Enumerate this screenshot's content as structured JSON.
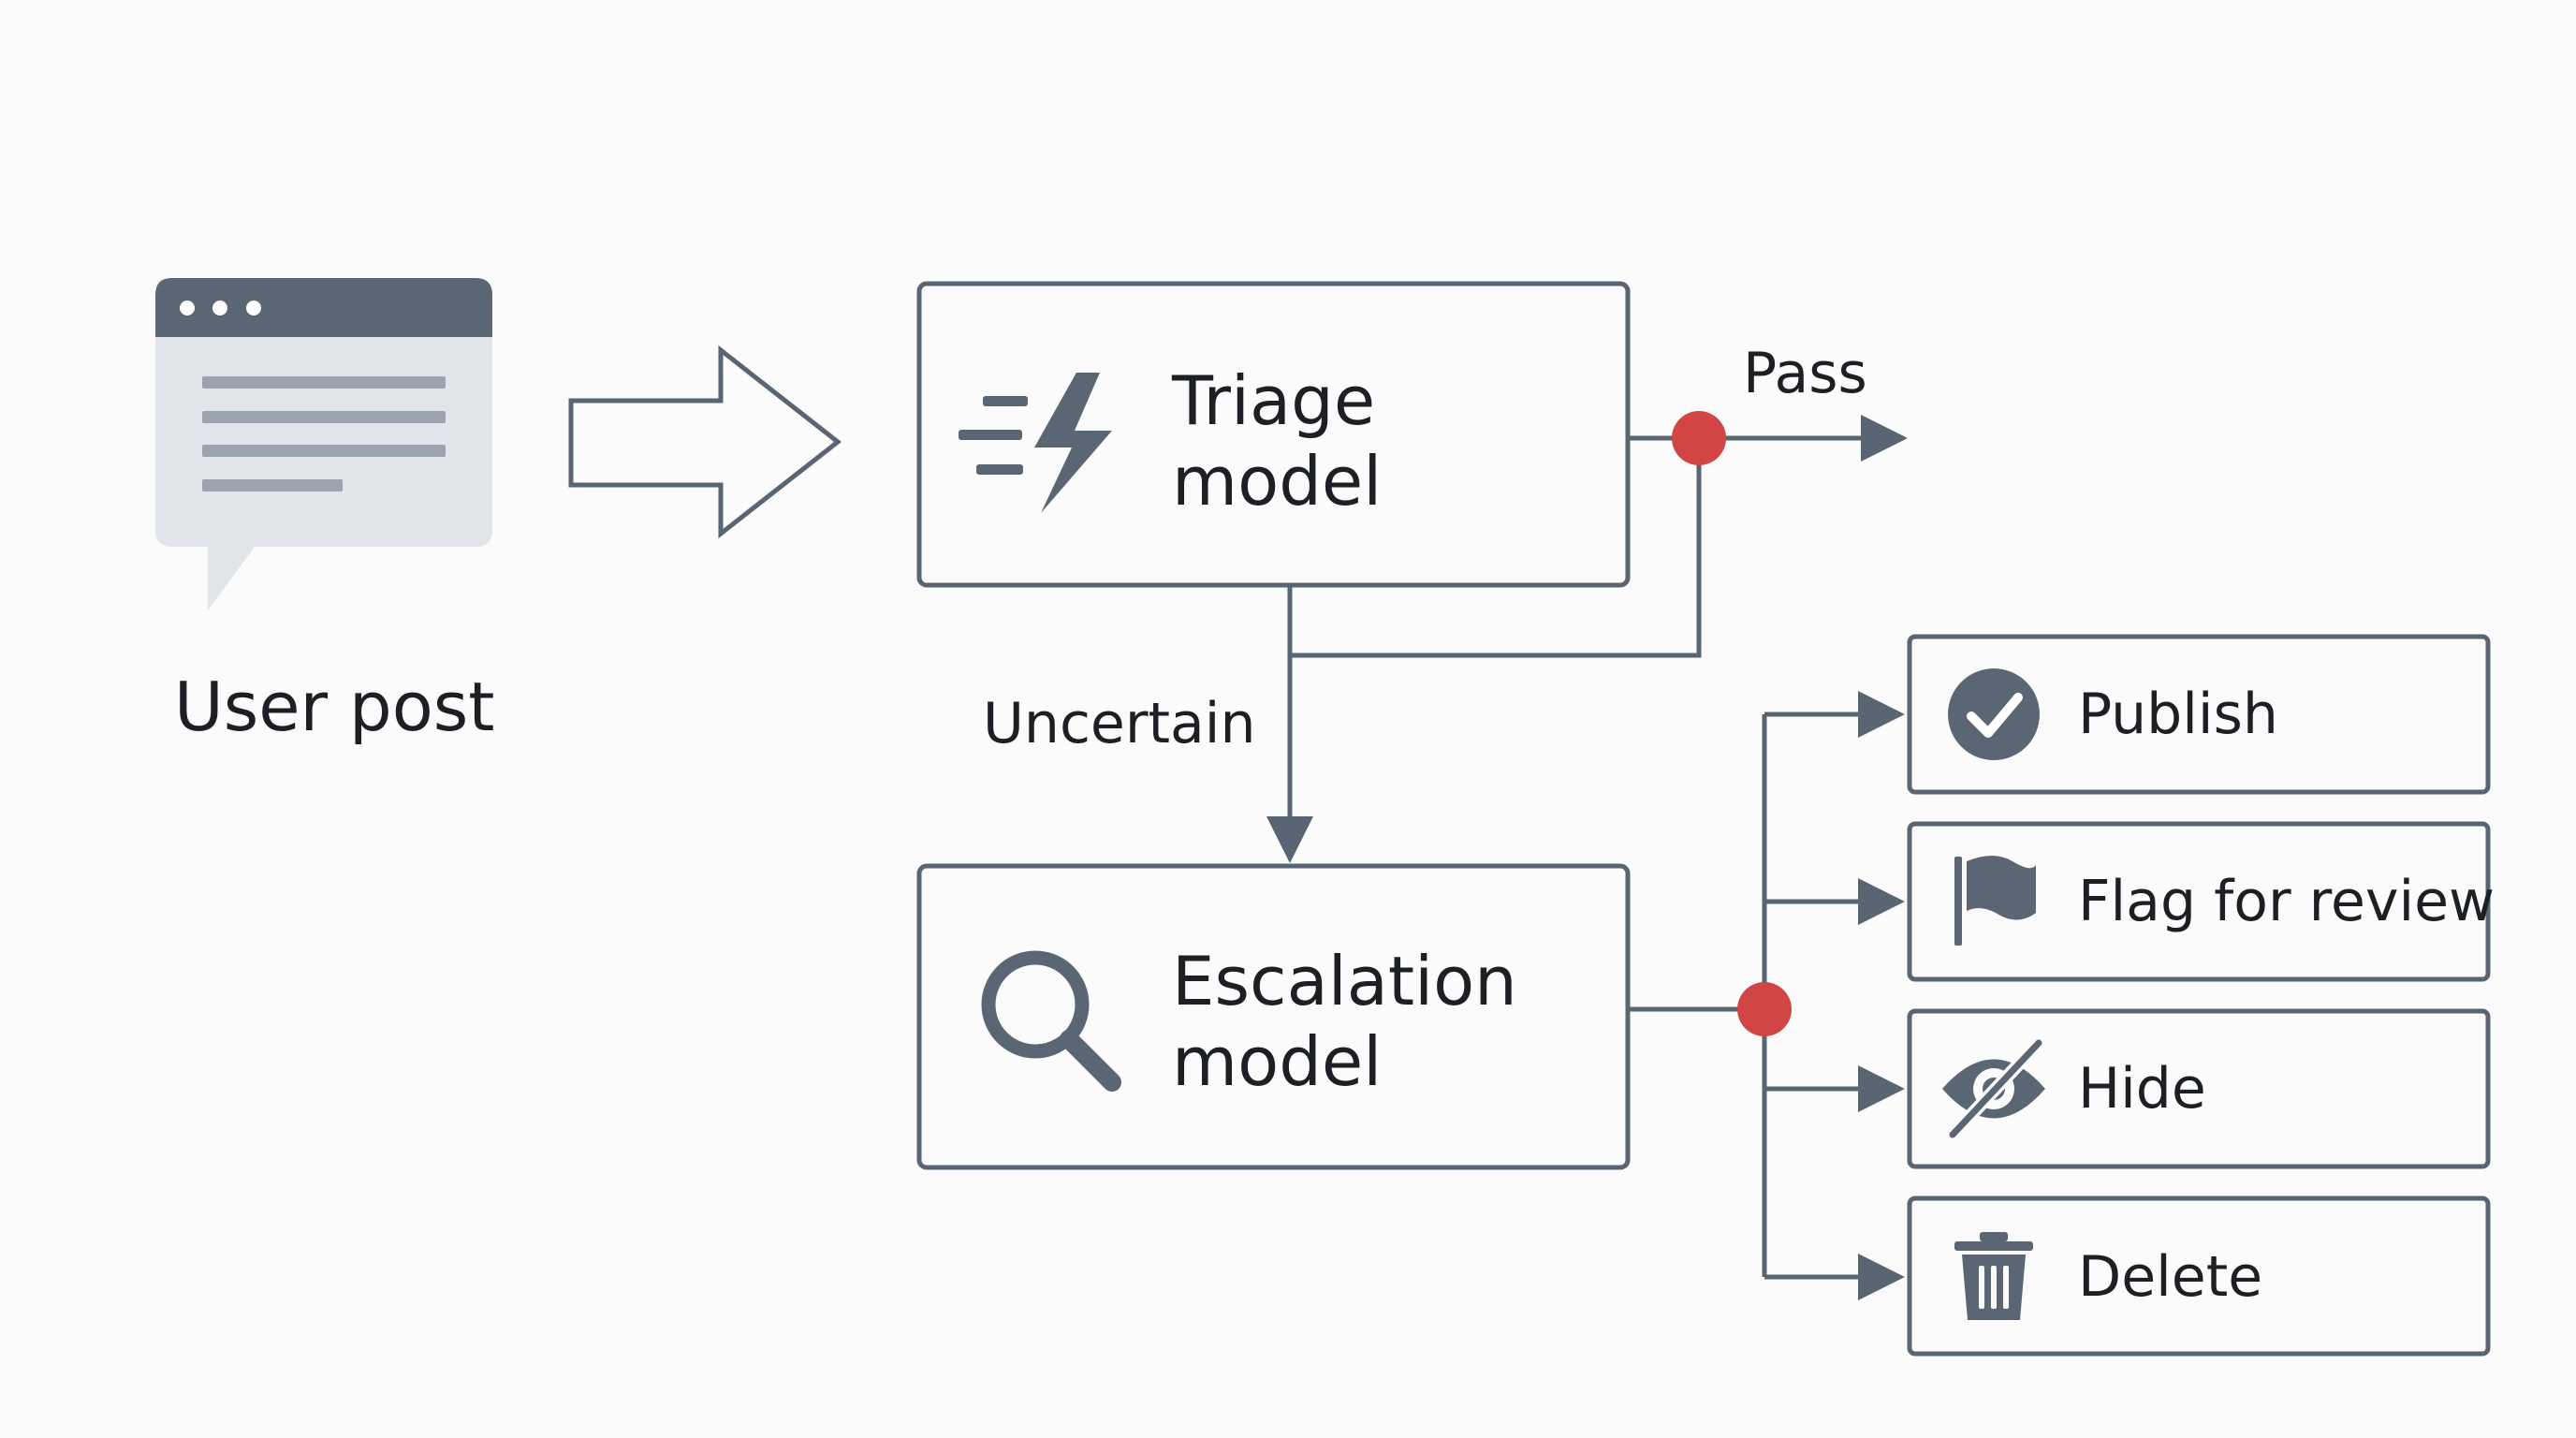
{
  "input": {
    "label": "User post"
  },
  "models": {
    "triage": {
      "line1": "Triage",
      "line2": "model",
      "icon": "lightning-fast-icon"
    },
    "escalation": {
      "line1": "Escalation",
      "line2": "model",
      "icon": "magnifier-icon"
    }
  },
  "edges": {
    "pass": "Pass",
    "uncertain": "Uncertain"
  },
  "outcomes": [
    {
      "label": "Publish",
      "icon": "check-circle-icon"
    },
    {
      "label": "Flag for review",
      "icon": "flag-icon"
    },
    {
      "label": "Hide",
      "icon": "eye-slash-icon"
    },
    {
      "label": "Delete",
      "icon": "trash-icon"
    }
  ],
  "colors": {
    "stroke": "#5a6573",
    "decision_dot": "#d24545",
    "post_body": "#e1e4e9",
    "post_header": "#5b6675",
    "post_lines": "#9aa3ae",
    "background": "#fbfbfb"
  }
}
